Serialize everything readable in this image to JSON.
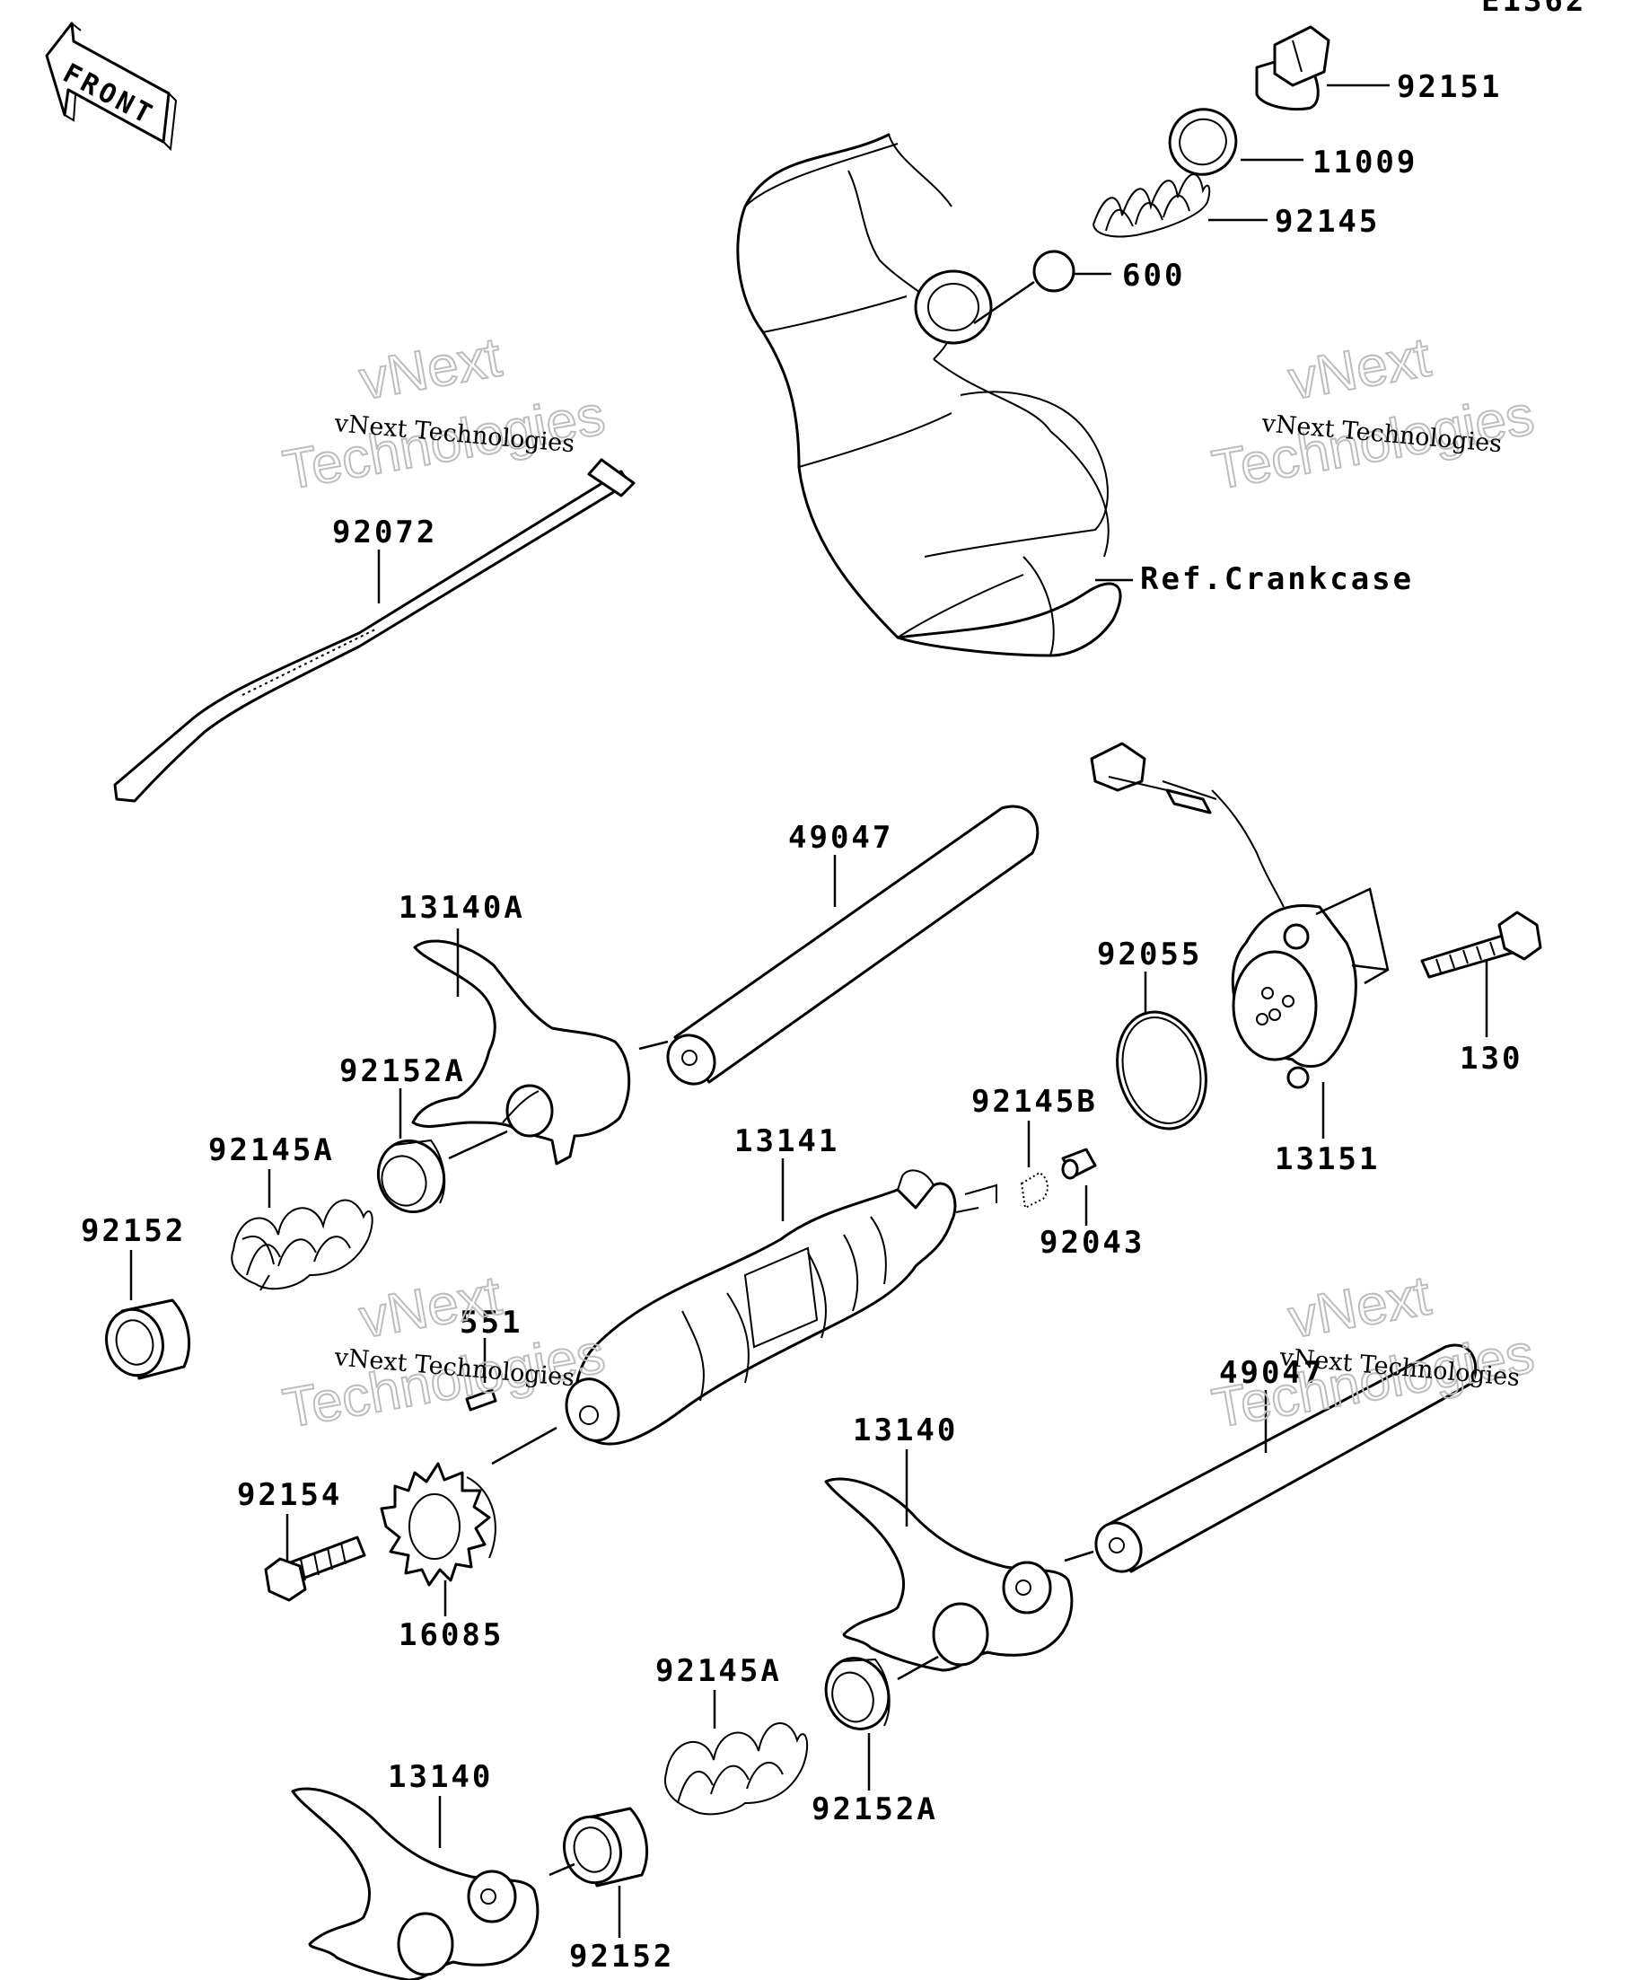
{
  "diagram": {
    "code": "E1362",
    "front_arrow_text": "FRONT",
    "ref_text": "Ref.Crankcase",
    "watermarks": [
      {
        "line1": "vNext Technologies",
        "line2": "vNext",
        "line3": "Technologies"
      },
      {
        "line1": "vNext Technologies",
        "line2": "vNext",
        "line3": "Technologies"
      },
      {
        "line1": "vNext Technologies",
        "line2": "vNext",
        "line3": "Technologies"
      },
      {
        "line1": "vNext Technologies",
        "line2": "vNext",
        "line3": "Technologies"
      }
    ],
    "parts": [
      {
        "number": "92151"
      },
      {
        "number": "11009"
      },
      {
        "number": "92145"
      },
      {
        "number": "600"
      },
      {
        "number": "92072"
      },
      {
        "number": "49047"
      },
      {
        "number": "13140A"
      },
      {
        "number": "92055"
      },
      {
        "number": "130"
      },
      {
        "number": "92152A"
      },
      {
        "number": "92145B"
      },
      {
        "number": "13141"
      },
      {
        "number": "92145A"
      },
      {
        "number": "13151"
      },
      {
        "number": "92043"
      },
      {
        "number": "92152"
      },
      {
        "number": "551"
      },
      {
        "number": "49047"
      },
      {
        "number": "13140"
      },
      {
        "number": "92154"
      },
      {
        "number": "16085"
      },
      {
        "number": "92145A"
      },
      {
        "number": "13140"
      },
      {
        "number": "92152A"
      },
      {
        "number": "92152"
      }
    ]
  }
}
